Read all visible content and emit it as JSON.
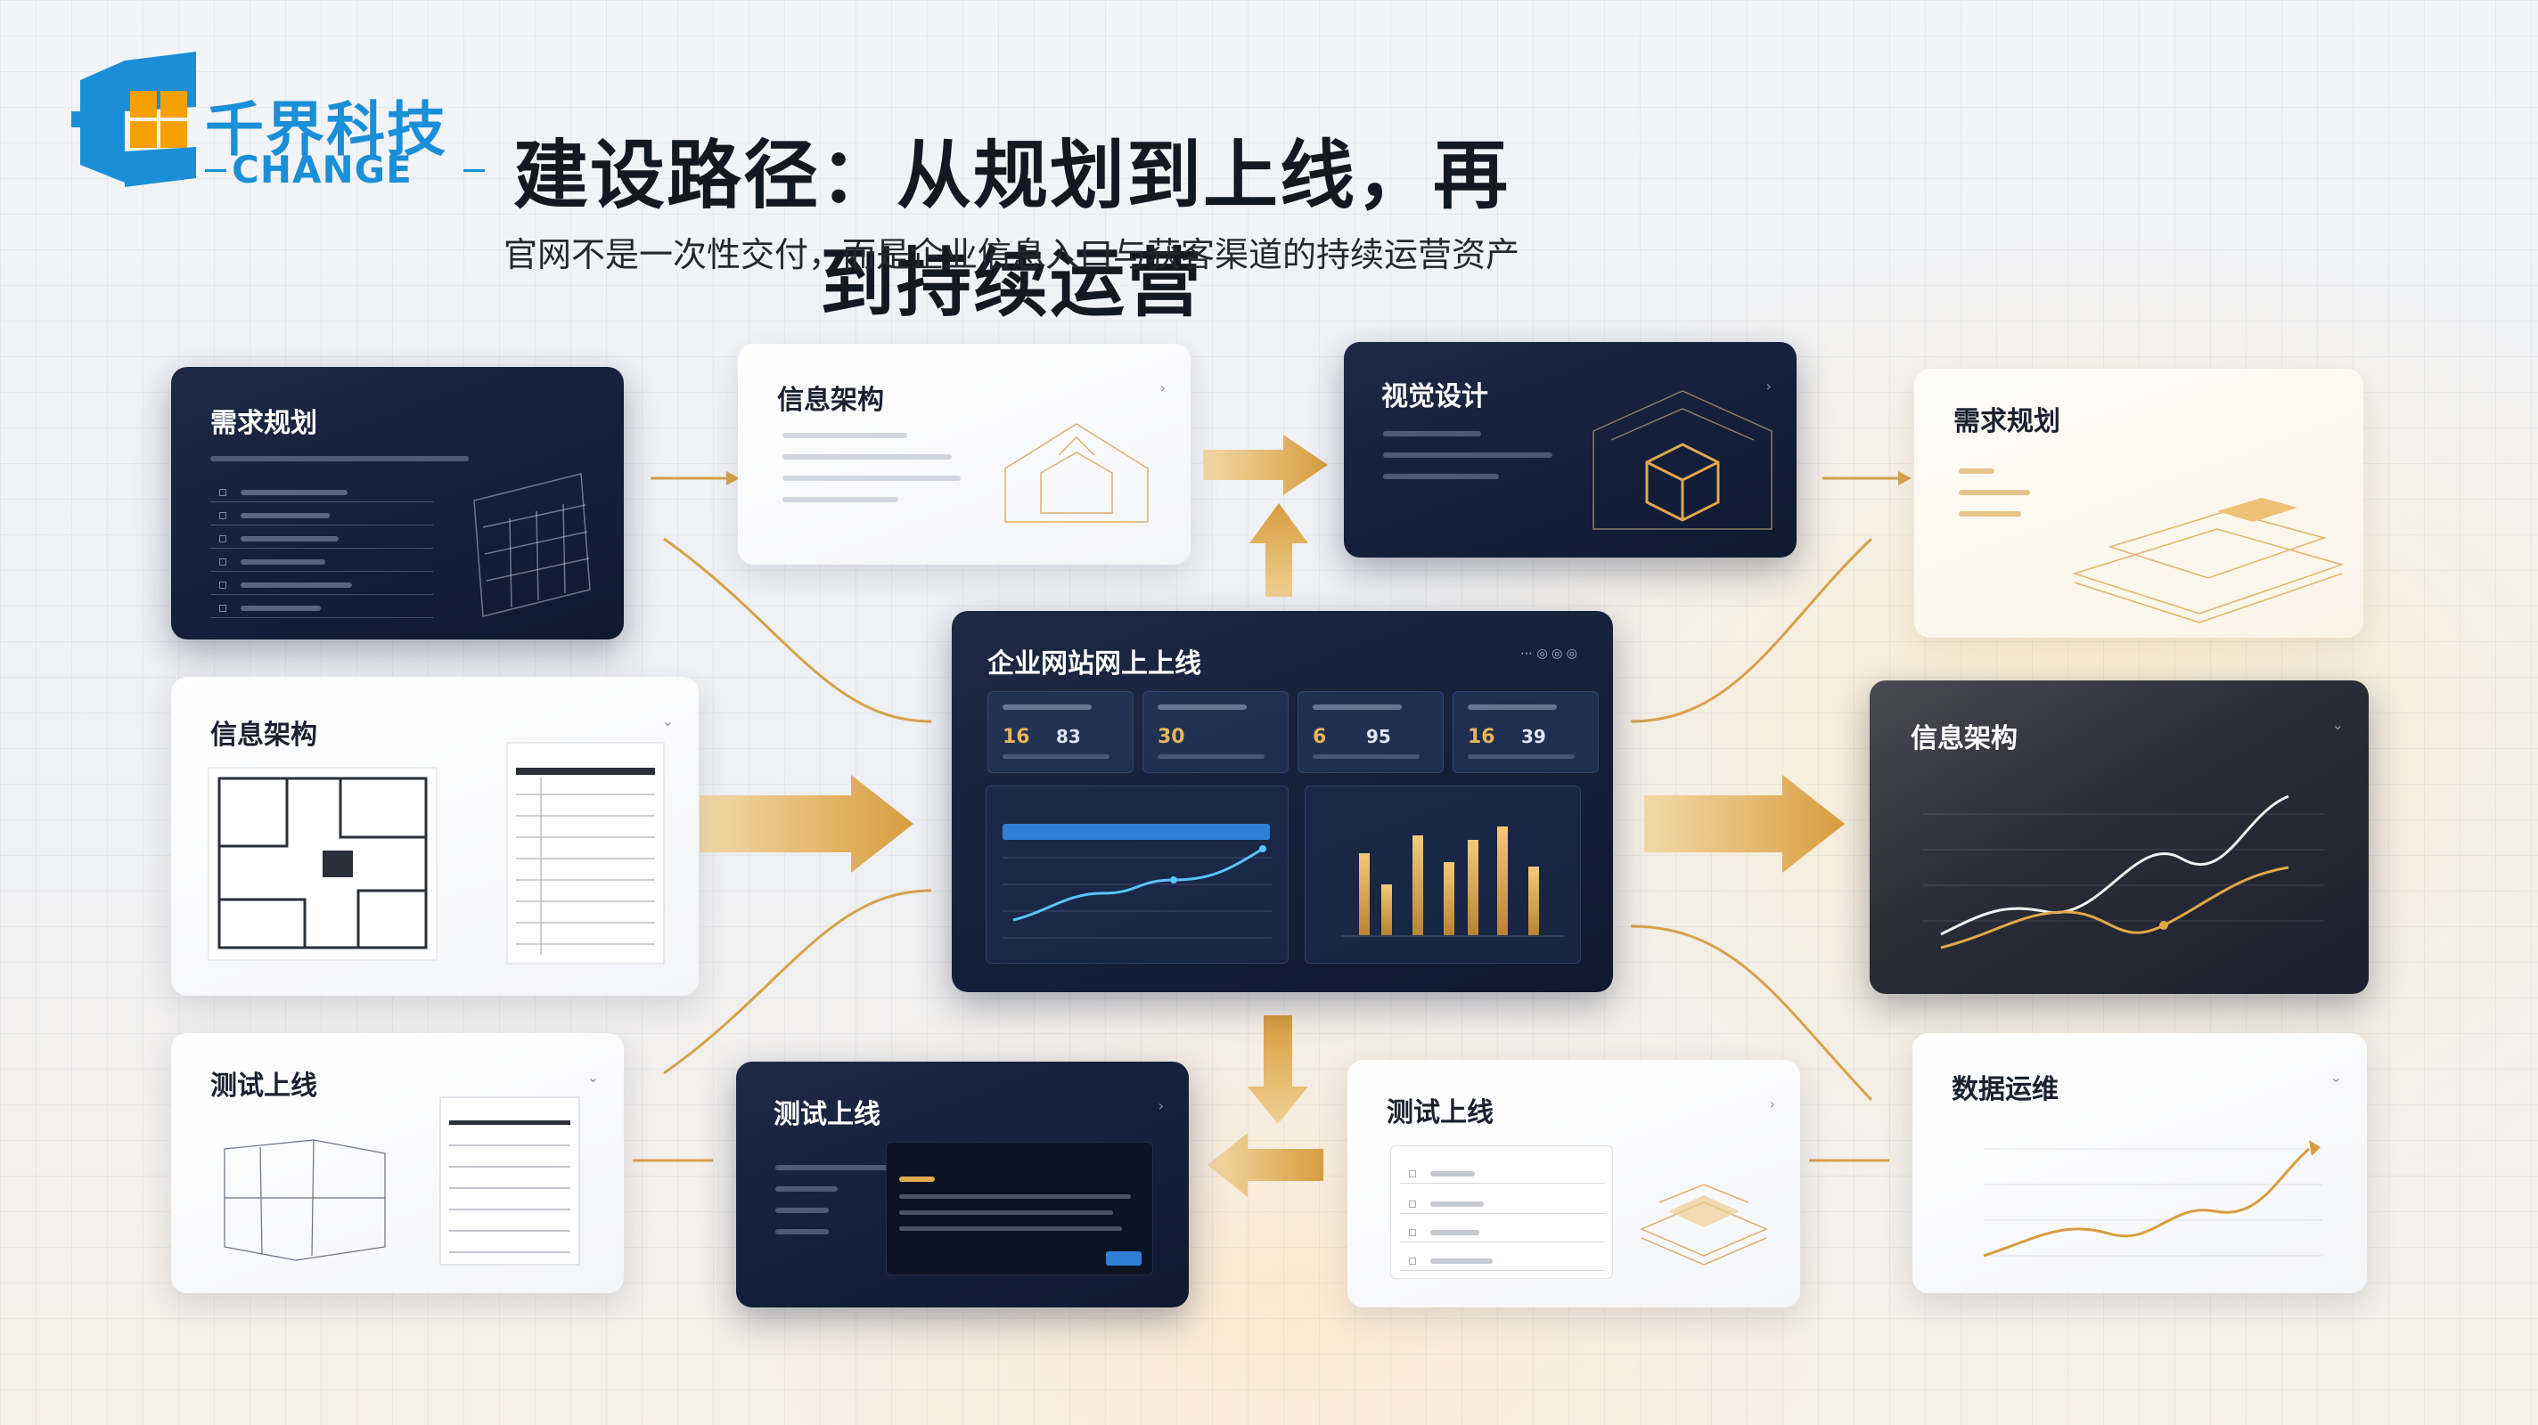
{
  "logo": {
    "name": "千界科技",
    "sub": "CHANGE"
  },
  "header": {
    "title": "建设路径：从规划到上线，再到持续运营",
    "subtitle": "官网不是一次性交付，而是企业信息入口与获客渠道的持续运营资产"
  },
  "center": {
    "title": "企业网站网上上线"
  },
  "cards": {
    "left_requirements": "需求规划",
    "left_architecture": "信息架构",
    "left_testing": "测试上线",
    "top_architecture": "信息架构",
    "top_visual": "视觉设计",
    "bottom_testing_dark": "测试上线",
    "bottom_testing_light": "测试上线",
    "right_requirements": "需求规划",
    "right_architecture": "信息架构",
    "right_operations": "数据运维"
  },
  "colors": {
    "accent_gold": "#d9a54a",
    "brand_blue": "#1a8fd8",
    "brand_orange": "#f5a000",
    "navy": "#14203a"
  }
}
